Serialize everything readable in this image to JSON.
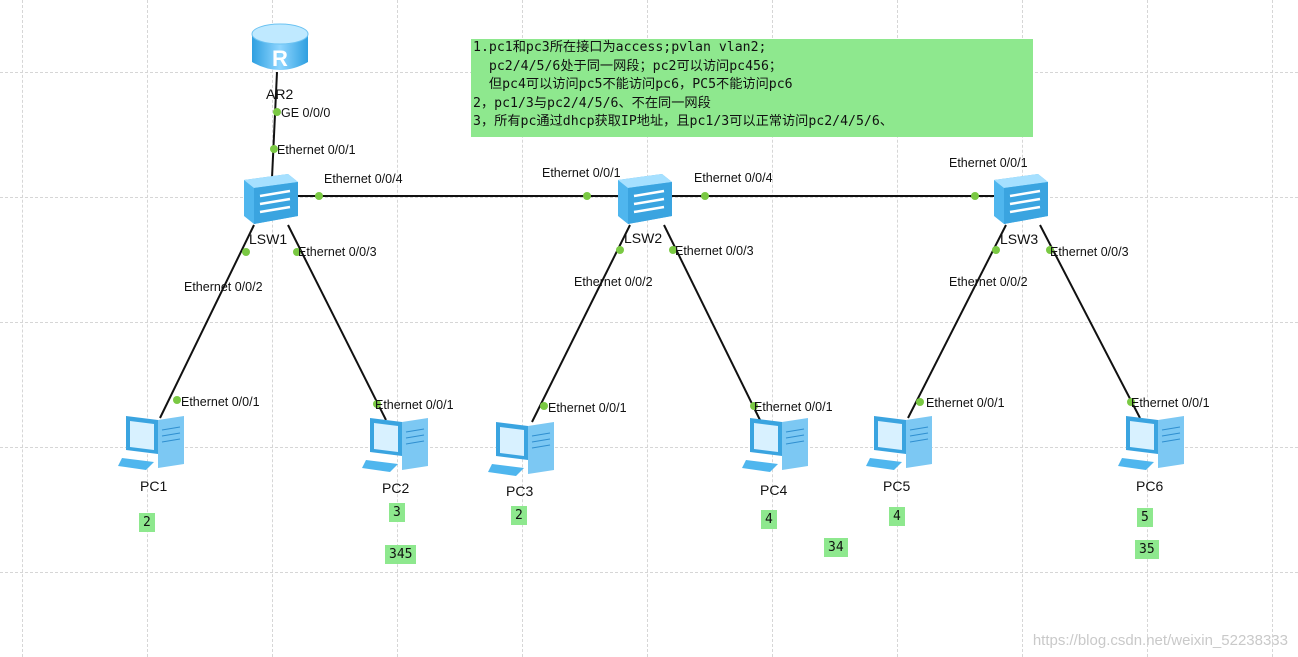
{
  "devices": {
    "router": {
      "name": "AR2"
    },
    "switches": [
      {
        "name": "LSW1"
      },
      {
        "name": "LSW2"
      },
      {
        "name": "LSW3"
      }
    ],
    "pcs": [
      {
        "name": "PC1"
      },
      {
        "name": "PC2"
      },
      {
        "name": "PC3"
      },
      {
        "name": "PC4"
      },
      {
        "name": "PC5"
      },
      {
        "name": "PC6"
      }
    ]
  },
  "ports": {
    "ar2_ge000": "GE 0/0/0",
    "lsw1_e001": "Ethernet 0/0/1",
    "lsw1_e004": "Ethernet 0/0/4",
    "lsw1_e002": "Ethernet 0/0/2",
    "lsw1_e003": "Ethernet 0/0/3",
    "lsw2_e001": "Ethernet 0/0/1",
    "lsw2_e004": "Ethernet 0/0/4",
    "lsw2_e002": "Ethernet 0/0/2",
    "lsw2_e003": "Ethernet 0/0/3",
    "lsw3_e001": "Ethernet 0/0/1",
    "lsw3_e002": "Ethernet 0/0/2",
    "lsw3_e003": "Ethernet 0/0/3",
    "pc1_e001": "Ethernet 0/0/1",
    "pc2_e001": "Ethernet 0/0/1",
    "pc3_e001": "Ethernet 0/0/1",
    "pc4_e001": "Ethernet 0/0/1",
    "pc5_e001": "Ethernet 0/0/1",
    "pc6_e001": "Ethernet 0/0/1"
  },
  "tags": {
    "pc1_vlan": "2",
    "pc2_vlan": "3",
    "pc2_allowed": "345",
    "pc3_vlan": "2",
    "pc4_vlan": "4",
    "lsw2_allowed": "34",
    "pc5_vlan": "4",
    "pc6_vlan": "5",
    "pc6_allowed": "35"
  },
  "note": {
    "lines": [
      "1.pc1和pc3所在接口为access;pvlan vlan2;",
      "  pc2/4/5/6处于同一网段；pc2可以访问pc456；",
      "  但pc4可以访问pc5不能访问pc6，PC5不能访问pc6",
      "2，pc1/3与pc2/4/5/6、不在同一网段",
      "3，所有pc通过dhcp获取IP地址，且pc1/3可以正常访问pc2/4/5/6、"
    ]
  },
  "watermark": "https://blog.csdn.net/weixin_52238333",
  "colors": {
    "note_bg": "#8ee88e",
    "port_dot": "#7ac943",
    "link": "#111111",
    "device_blue": "#4fb6ee"
  }
}
